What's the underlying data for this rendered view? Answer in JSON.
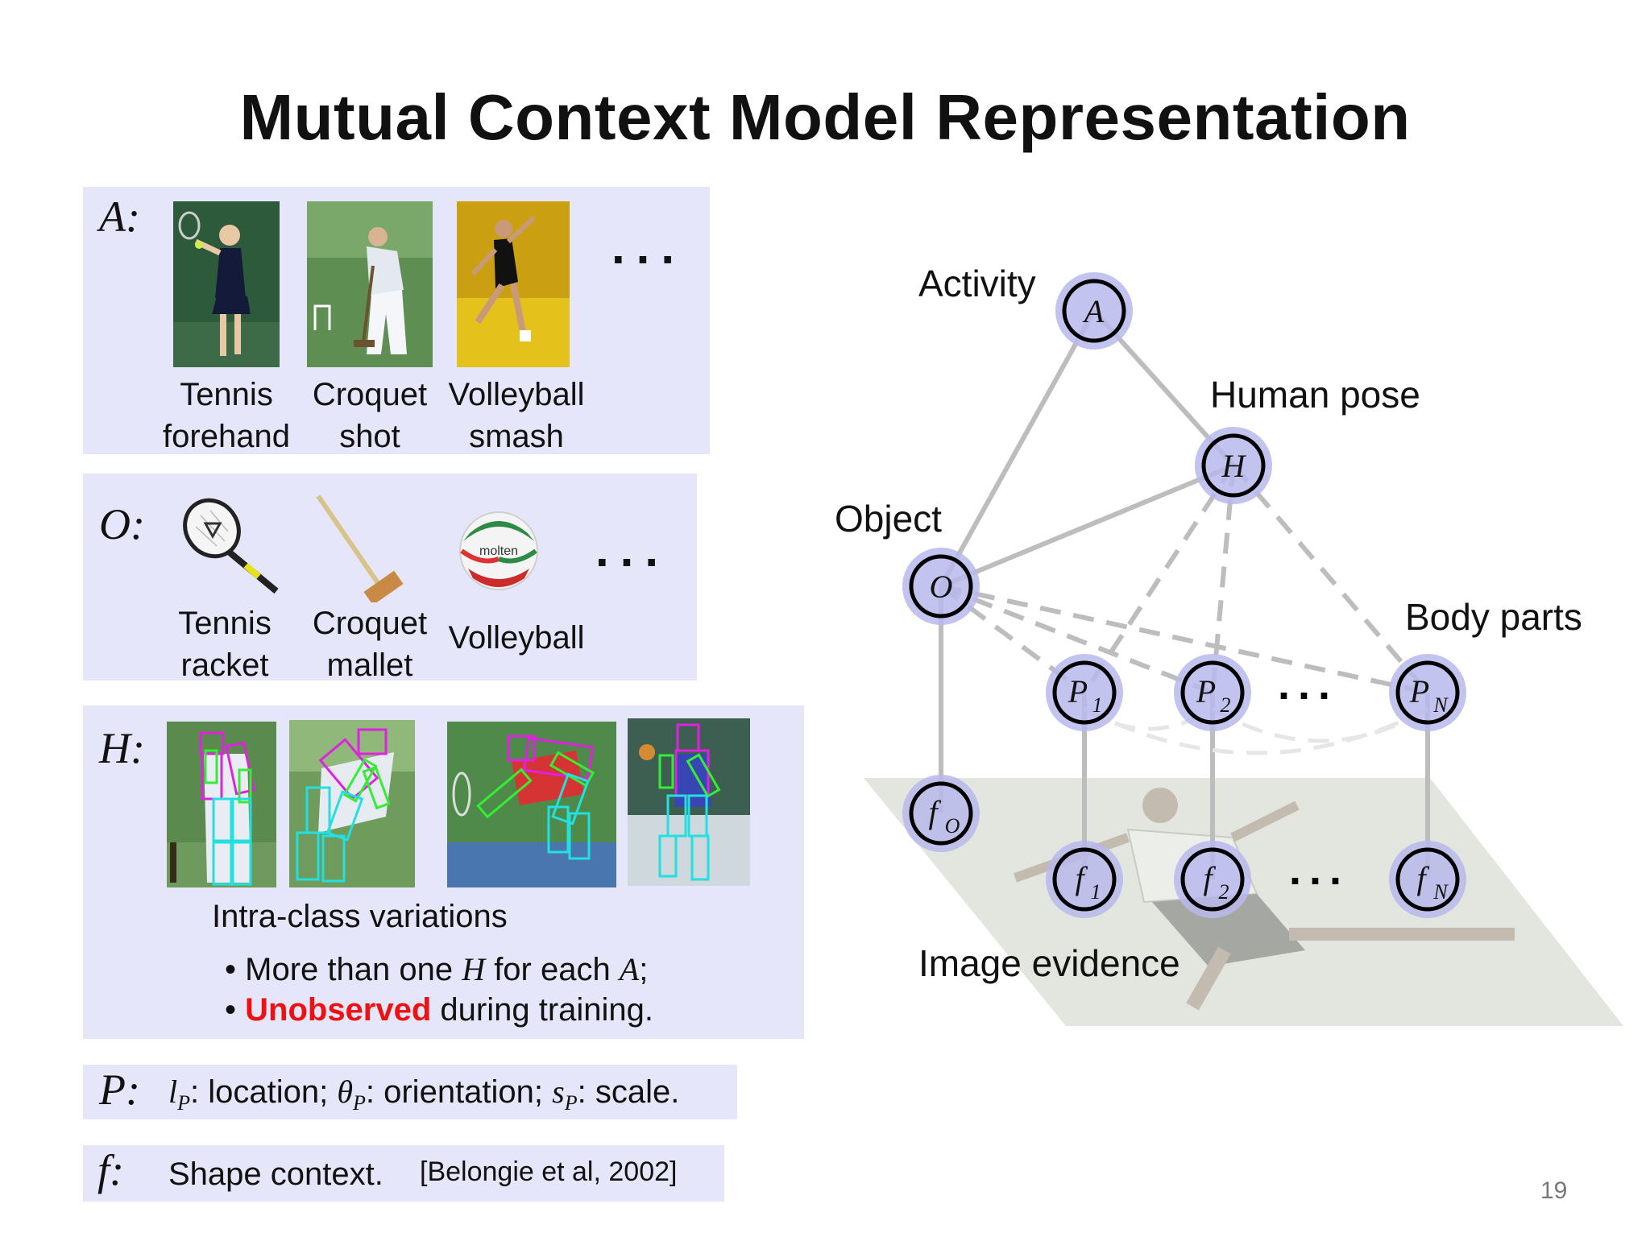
{
  "title": "Mutual Context Model Representation",
  "page_number": "19",
  "panel_a": {
    "label": "A:",
    "items": [
      {
        "line1": "Tennis",
        "line2": "forehand"
      },
      {
        "line1": "Croquet",
        "line2": "shot"
      },
      {
        "line1": "Volleyball",
        "line2": "smash"
      }
    ],
    "ellipsis": "..."
  },
  "panel_o": {
    "label": "O:",
    "items": [
      {
        "line1": "Tennis",
        "line2": "racket"
      },
      {
        "line1": "Croquet",
        "line2": "mallet"
      },
      {
        "line1": "Volleyball",
        "line2": ""
      }
    ],
    "ellipsis": "..."
  },
  "panel_h": {
    "label": "H:",
    "caption": "Intra-class variations",
    "bullet1": {
      "pre": "More than one ",
      "v1": "H",
      "mid": " for each ",
      "v2": "A",
      "post": ";"
    },
    "bullet2": {
      "red": "Unobserved",
      "post": " during training."
    }
  },
  "panel_p": {
    "label": "P:",
    "l_sym": "l",
    "l_sub": "P",
    "l_text": ": location; ",
    "t_sym": "θ",
    "t_sub": "P",
    "t_text": ": orientation; ",
    "s_sym": "s",
    "s_sub": "P",
    "s_text": ": scale."
  },
  "panel_f": {
    "label": "f:",
    "text": "Shape context.",
    "citation": "[Belongie et al, 2002]"
  },
  "diagram": {
    "labels": {
      "activity": "Activity",
      "human_pose": "Human pose",
      "object": "Object",
      "body_parts": "Body parts",
      "image_evidence": "Image evidence"
    },
    "nodes": {
      "A": "A",
      "H": "H",
      "O": "O",
      "P1": "P",
      "P1_sub": "1",
      "P2": "P",
      "P2_sub": "2",
      "PN": "P",
      "PN_sub": "N",
      "fO": "f",
      "fO_sub": "O",
      "f1": "f",
      "f1_sub": "1",
      "f2": "f",
      "f2_sub": "2",
      "fN": "f",
      "fN_sub": "N"
    },
    "ellipsis_p": "...",
    "ellipsis_f": "..."
  },
  "colors": {
    "panel_bg": "#e6e6fa",
    "node_halo": "#b9b9ec",
    "edge": "#bdbdbd",
    "highlight": "#ee1111"
  }
}
